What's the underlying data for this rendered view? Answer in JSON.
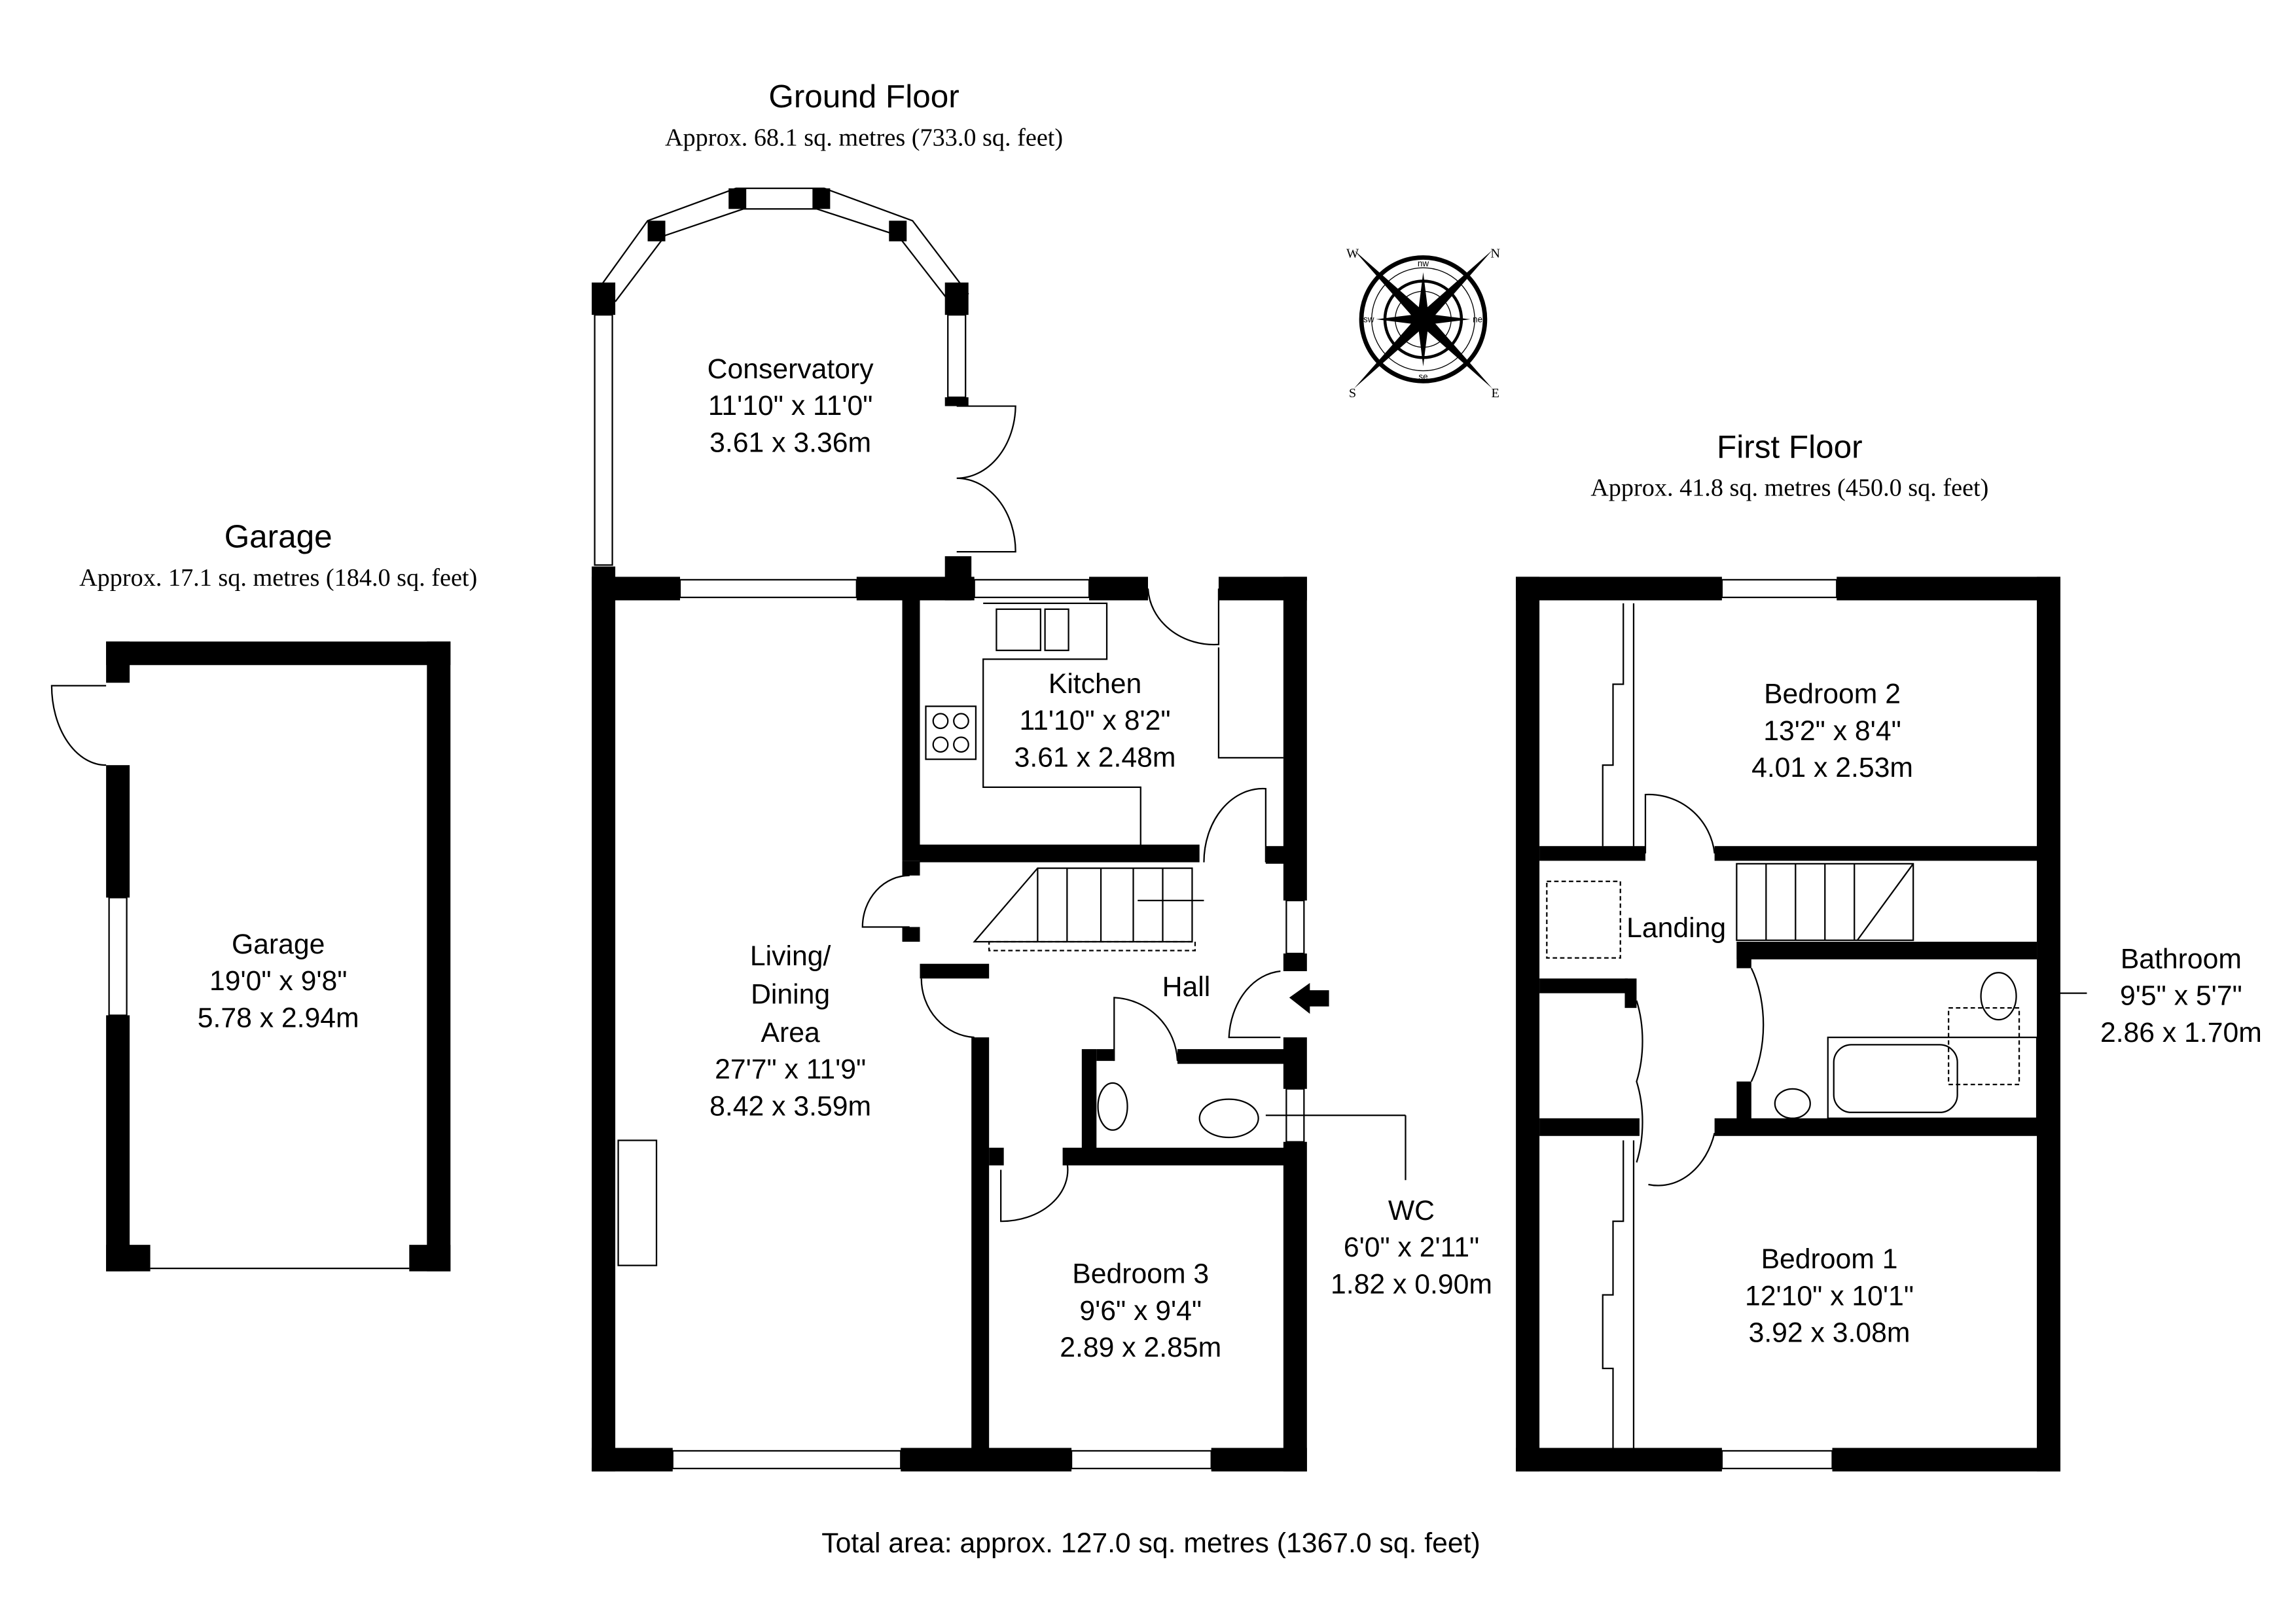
{
  "floors": {
    "ground": {
      "title": "Ground Floor",
      "area": "Approx. 68.1 sq. metres (733.0 sq. feet)"
    },
    "first": {
      "title": "First Floor",
      "area": "Approx. 41.8 sq. metres (450.0 sq. feet)"
    },
    "garage": {
      "title": "Garage",
      "area": "Approx. 17.1 sq. metres (184.0 sq. feet)"
    }
  },
  "rooms": {
    "conservatory": {
      "name": "Conservatory",
      "imperial": "11'10\" x 11'0\"",
      "metric": "3.61 x 3.36m"
    },
    "kitchen": {
      "name": "Kitchen",
      "imperial": "11'10\" x 8'2\"",
      "metric": "3.61 x 2.48m"
    },
    "living": {
      "name1": "Living/",
      "name2": "Dining",
      "name3": "Area",
      "imperial": "27'7\" x 11'9\"",
      "metric": "8.42 x 3.59m"
    },
    "hall": {
      "name": "Hall"
    },
    "bedroom3": {
      "name": "Bedroom 3",
      "imperial": "9'6\" x 9'4\"",
      "metric": "2.89 x 2.85m"
    },
    "wc": {
      "name": "WC",
      "imperial": "6'0\" x 2'11\"",
      "metric": "1.82 x 0.90m"
    },
    "garage": {
      "name": "Garage",
      "imperial": "19'0\" x 9'8\"",
      "metric": "5.78 x 2.94m"
    },
    "bedroom2": {
      "name": "Bedroom 2",
      "imperial": "13'2\" x 8'4\"",
      "metric": "4.01 x 2.53m"
    },
    "landing": {
      "name": "Landing"
    },
    "bathroom": {
      "name": "Bathroom",
      "imperial": "9'5\" x 5'7\"",
      "metric": "2.86 x 1.70m"
    },
    "bedroom1": {
      "name": "Bedroom 1",
      "imperial": "12'10\" x 10'1\"",
      "metric": "3.92 x 3.08m"
    }
  },
  "compass": {
    "N": "N",
    "S": "S",
    "E": "E",
    "W": "W",
    "nw": "nw",
    "ne": "ne",
    "se": "se",
    "sw": "sw"
  },
  "total_area": "Total area: approx. 127.0 sq. metres (1367.0 sq. feet)"
}
